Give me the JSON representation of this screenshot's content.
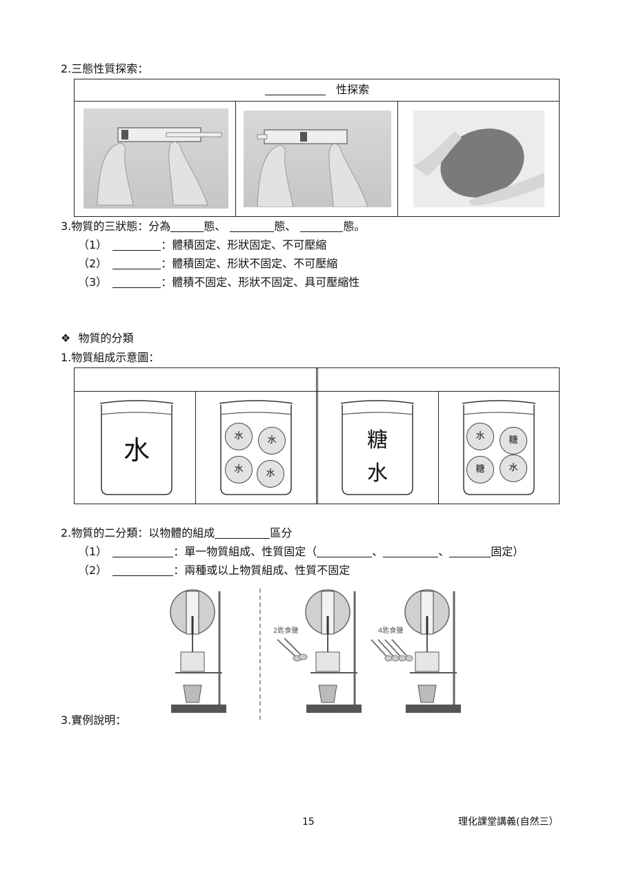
{
  "section2_heading": "2.三態性質探索：",
  "table1": {
    "header_suffix": "性探索"
  },
  "states": {
    "line": {
      "prefix": "3.物質的三狀態：分為",
      "sep1": "態、",
      "sep2": "態、",
      "end": "態。"
    },
    "items": [
      {
        "num": "（1）",
        "text": "：體積固定、形狀固定、不可壓縮"
      },
      {
        "num": "（2）",
        "text": "：體積固定、形狀不固定、不可壓縮"
      },
      {
        "num": "（3）",
        "text": "：體積不固定、形狀不固定、具可壓縮性"
      }
    ]
  },
  "classification": {
    "bullet": "❖",
    "title": "物質的分類"
  },
  "diagram": {
    "label": "1.物質組成示意圖：",
    "beaker1": "水",
    "beaker2": [
      "水",
      "水",
      "水",
      "水"
    ],
    "beaker3": [
      "糖",
      "水"
    ],
    "beaker4": [
      "水",
      "糖",
      "糖",
      "水"
    ]
  },
  "two_class": {
    "line": {
      "prefix": "2.物質的二分類：以物體的組成",
      "suffix": "區分"
    },
    "item1": {
      "num": "（1）",
      "text": "：單一物質組成、性質固定（",
      "comma1": "、",
      "comma2": "、",
      "end": "固定）"
    },
    "item2": {
      "num": "（2）",
      "text": "：兩種或以上物質組成、性質不固定"
    }
  },
  "experiment": {
    "label2": "2匙食鹽",
    "label4": "4匙食鹽"
  },
  "example_label": "3.實例說明：",
  "footer": {
    "page_number": "15",
    "title": "理化課堂講義(自然三）"
  }
}
